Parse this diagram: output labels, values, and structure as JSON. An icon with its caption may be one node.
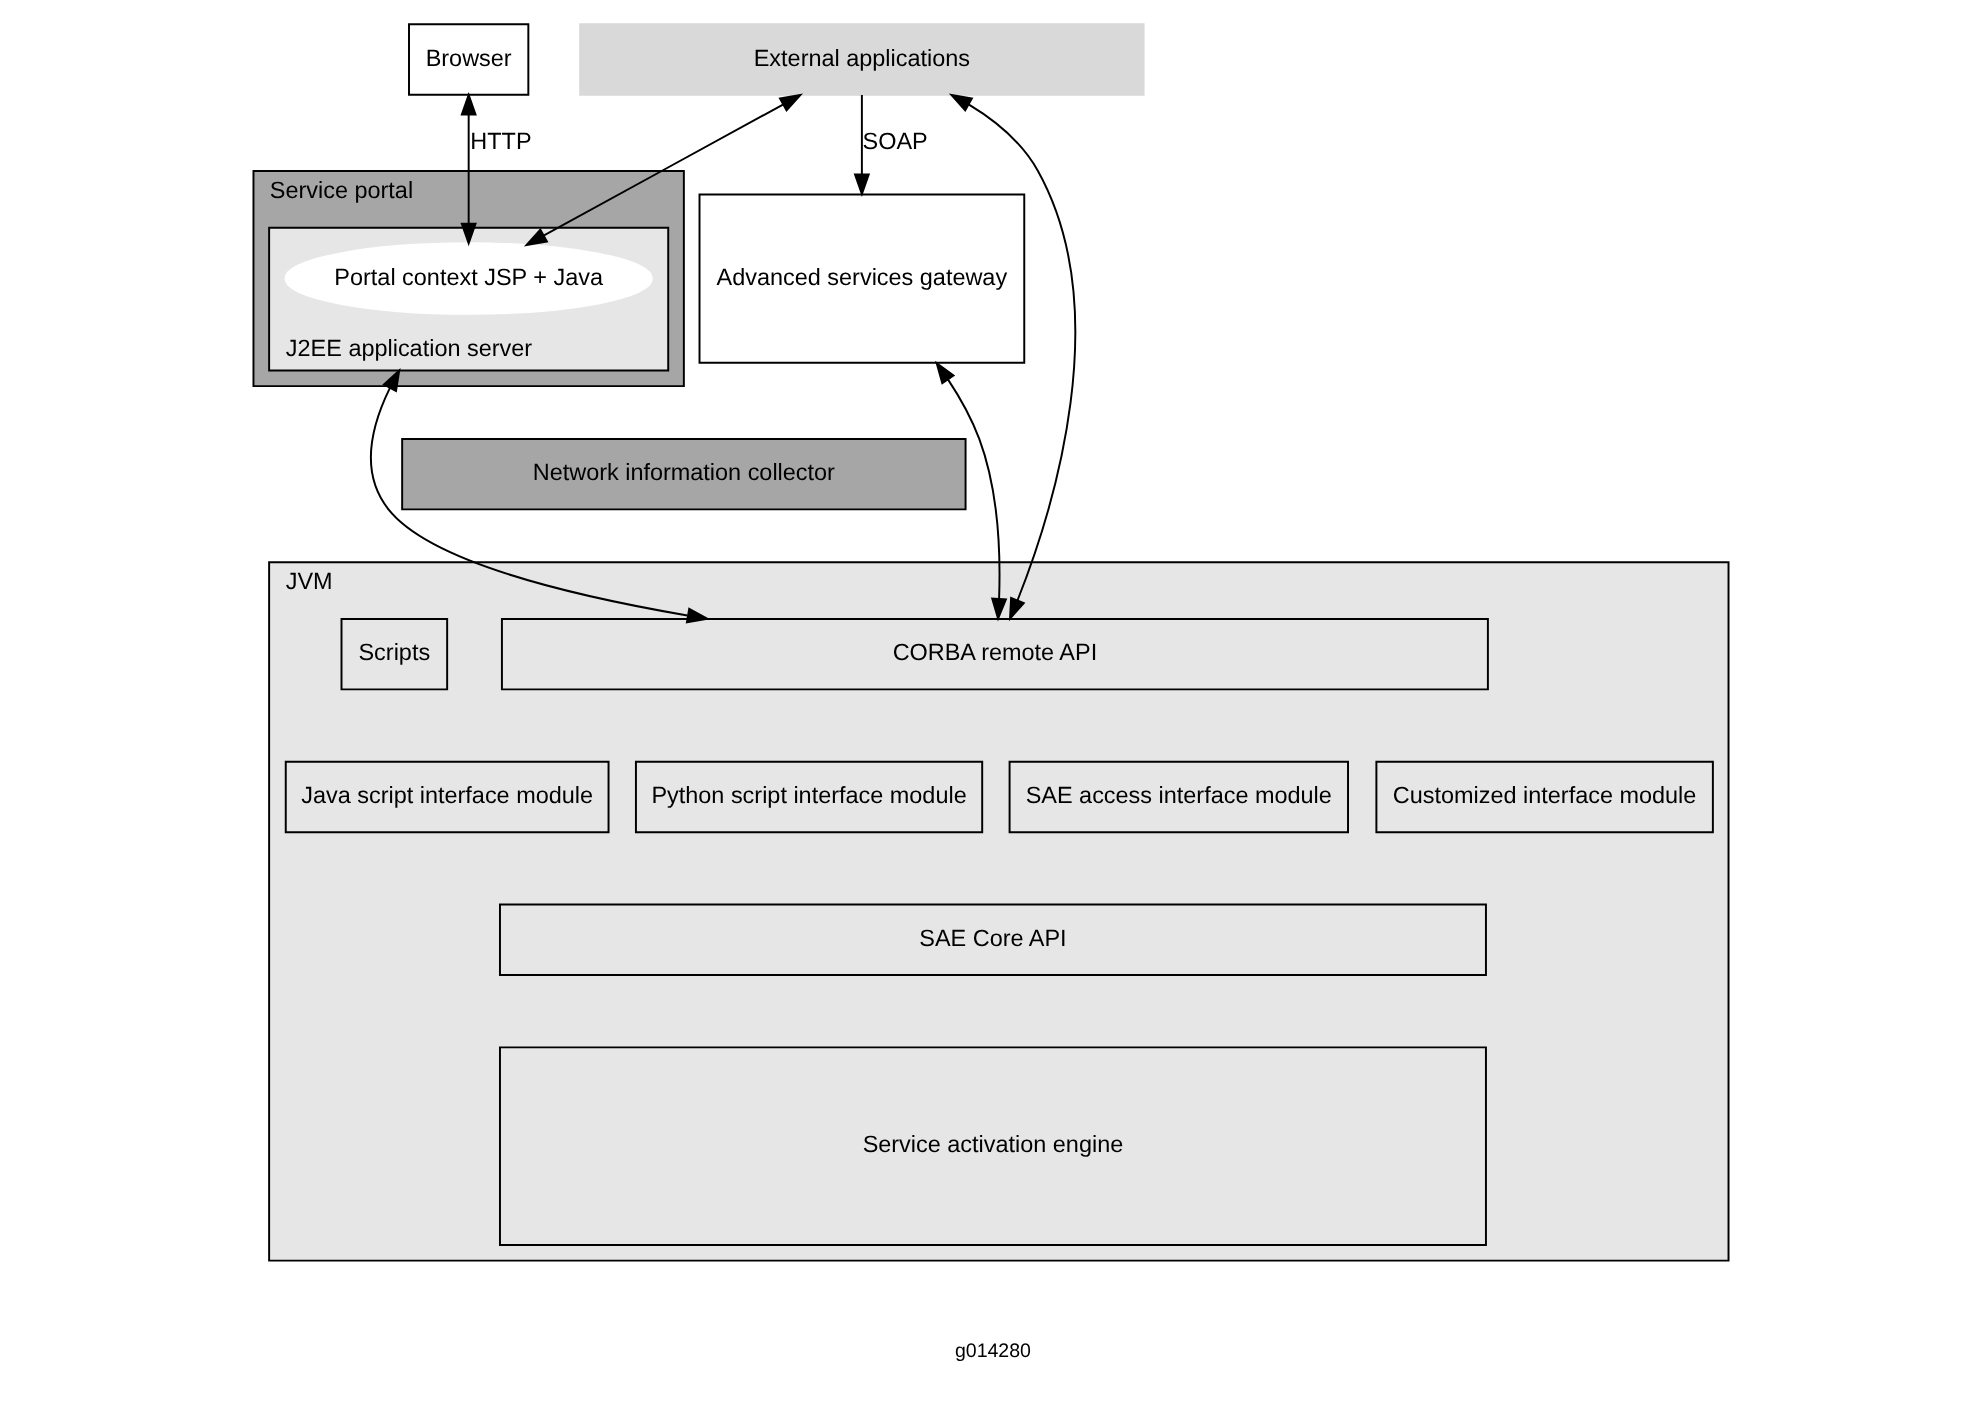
{
  "diagram": {
    "nodes": [
      {
        "text": [
          "Browser"
        ]
      },
      {
        "text": [
          "External applications"
        ]
      },
      {
        "text": [
          "Service portal"
        ]
      },
      {
        "text": [
          "J2EE application server"
        ],
        "in": 2
      },
      {
        "text": [
          "Portal context JSP + Java"
        ],
        "in": 3
      },
      {
        "text": [
          "Advanced services gateway"
        ]
      },
      {
        "text": [
          "Network information collector"
        ]
      },
      {
        "text": [
          "JVM"
        ]
      },
      {
        "text": [
          "CORBA remote API"
        ],
        "in": 7
      },
      {
        "text": [
          "Java script interface module"
        ],
        "in": 7
      },
      {
        "text": [
          "Python script interface module"
        ],
        "in": 7
      },
      {
        "text": [
          "SAE access interface module"
        ],
        "in": 7
      },
      {
        "text": [
          "Customized interface module"
        ],
        "in": 7
      },
      {
        "text": [
          "SAE Core API"
        ],
        "in": 7
      },
      {
        "text": [
          "Service activation engine"
        ],
        "in": 7
      },
      {
        "text": [
          "Scripts"
        ],
        "in": 7
      }
    ],
    "edges": [
      {
        "from": 0,
        "to": 4,
        "arrow": "both",
        "label": "HTTP"
      },
      {
        "from": 1,
        "to": 4,
        "arrow": "both"
      },
      {
        "from": 1,
        "to": 5,
        "arrow": "to",
        "label": "SOAP"
      },
      {
        "from": 3,
        "to": 8,
        "arrow": "both"
      },
      {
        "from": 5,
        "to": 8,
        "arrow": "both"
      },
      {
        "from": 1,
        "to": 8,
        "arrow": "both"
      }
    ],
    "labels": [
      "g014280"
    ]
  }
}
